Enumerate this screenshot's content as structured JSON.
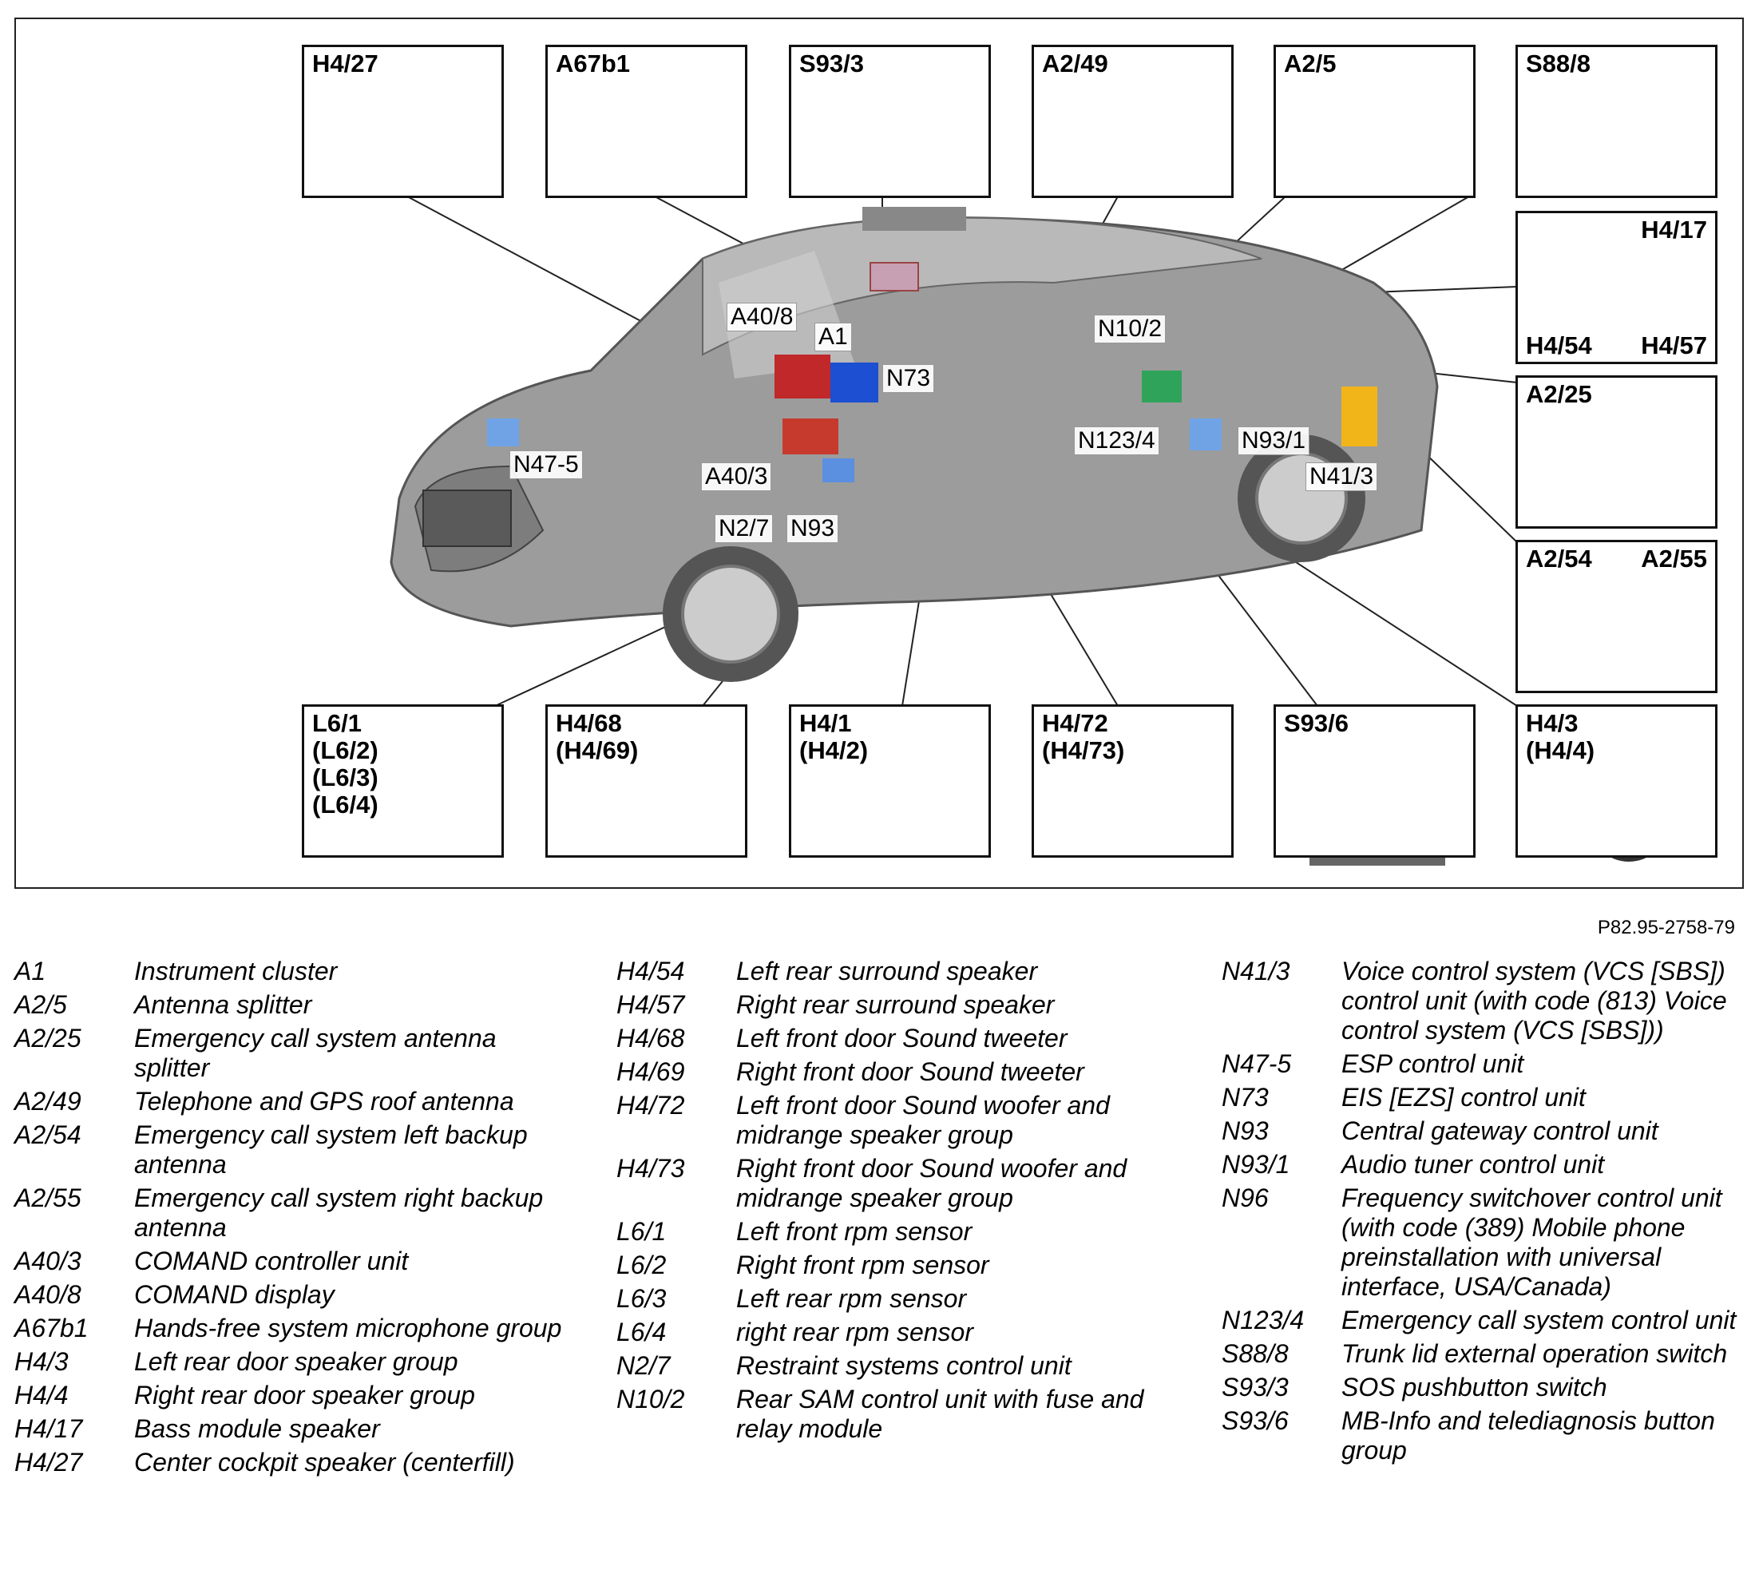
{
  "figure_code": "P82.95-2758-79",
  "top_boxes": [
    {
      "id": "H4/27"
    },
    {
      "id": "A67b1"
    },
    {
      "id": "S93/3"
    },
    {
      "id": "A2/49"
    },
    {
      "id": "A2/5"
    },
    {
      "id": "S88/8"
    }
  ],
  "side_boxes": [
    {
      "id": "H4/17",
      "sub_left": "H4/54",
      "sub_right": "H4/57"
    },
    {
      "id": "A2/25"
    },
    {
      "id": "A2/54",
      "id2": "A2/55"
    }
  ],
  "bottom_boxes": [
    {
      "id": "L6/1\n(L6/2)\n(L6/3)\n(L6/4)"
    },
    {
      "id": "H4/68\n(H4/69)"
    },
    {
      "id": "H4/1\n(H4/2)"
    },
    {
      "id": "H4/72\n(H4/73)"
    },
    {
      "id": "S93/6"
    },
    {
      "id": "H4/3\n(H4/4)"
    }
  ],
  "callouts": [
    "A40/8",
    "A1",
    "N73",
    "N10/2",
    "N47-5",
    "A40/3",
    "N2/7",
    "N93",
    "N123/4",
    "N93/1",
    "N41/3"
  ],
  "legend_col1": [
    {
      "code": "A1",
      "desc": "Instrument cluster"
    },
    {
      "code": "A2/5",
      "desc": "Antenna splitter"
    },
    {
      "code": "A2/25",
      "desc": "Emergency call system antenna splitter"
    },
    {
      "code": "A2/49",
      "desc": "Telephone and GPS roof antenna"
    },
    {
      "code": "A2/54",
      "desc": "Emergency call system left backup antenna"
    },
    {
      "code": "A2/55",
      "desc": "Emergency call system right backup antenna"
    },
    {
      "code": "A40/3",
      "desc": "COMAND controller unit"
    },
    {
      "code": "A40/8",
      "desc": "COMAND display"
    },
    {
      "code": "A67b1",
      "desc": "Hands-free system microphone group"
    },
    {
      "code": "H4/3",
      "desc": "Left rear door speaker group"
    },
    {
      "code": "H4/4",
      "desc": "Right rear door speaker group"
    },
    {
      "code": "H4/17",
      "desc": "Bass module speaker"
    },
    {
      "code": "H4/27",
      "desc": "Center cockpit speaker (centerfill)"
    }
  ],
  "legend_col2": [
    {
      "code": "H4/54",
      "desc": "Left rear surround speaker"
    },
    {
      "code": "H4/57",
      "desc": "Right rear surround speaker"
    },
    {
      "code": "H4/68",
      "desc": "Left front door Sound tweeter"
    },
    {
      "code": "H4/69",
      "desc": "Right front door Sound tweeter"
    },
    {
      "code": "H4/72",
      "desc": "Left front door Sound woofer and midrange speaker group"
    },
    {
      "code": "H4/73",
      "desc": "Right front door Sound woofer and midrange speaker group"
    },
    {
      "code": "L6/1",
      "desc": "Left front rpm sensor"
    },
    {
      "code": "L6/2",
      "desc": "Right front rpm sensor"
    },
    {
      "code": "L6/3",
      "desc": "Left rear rpm sensor"
    },
    {
      "code": "L6/4",
      "desc": "right rear rpm sensor"
    },
    {
      "code": "N2/7",
      "desc": "Restraint systems control unit"
    },
    {
      "code": "N10/2",
      "desc": "Rear SAM control unit with fuse and relay module"
    }
  ],
  "legend_col3": [
    {
      "code": "N41/3",
      "desc": "Voice control system (VCS [SBS]) control unit (with code (813) Voice control system (VCS [SBS]))"
    },
    {
      "code": "N47-5",
      "desc": "ESP control unit"
    },
    {
      "code": "N73",
      "desc": "EIS [EZS] control unit"
    },
    {
      "code": "N93",
      "desc": "Central gateway control unit"
    },
    {
      "code": "N93/1",
      "desc": "Audio tuner control unit"
    },
    {
      "code": "N96",
      "desc": "Frequency switchover control unit (with code (389) Mobile phone preinstallation with universal interface, USA/Canada)"
    },
    {
      "code": "N123/4",
      "desc": "Emergency call system control unit"
    },
    {
      "code": "S88/8",
      "desc": "Trunk lid external operation switch"
    },
    {
      "code": "S93/3",
      "desc": "SOS pushbutton switch"
    },
    {
      "code": "S93/6",
      "desc": "MB-Info and telediagnosis button group"
    }
  ]
}
